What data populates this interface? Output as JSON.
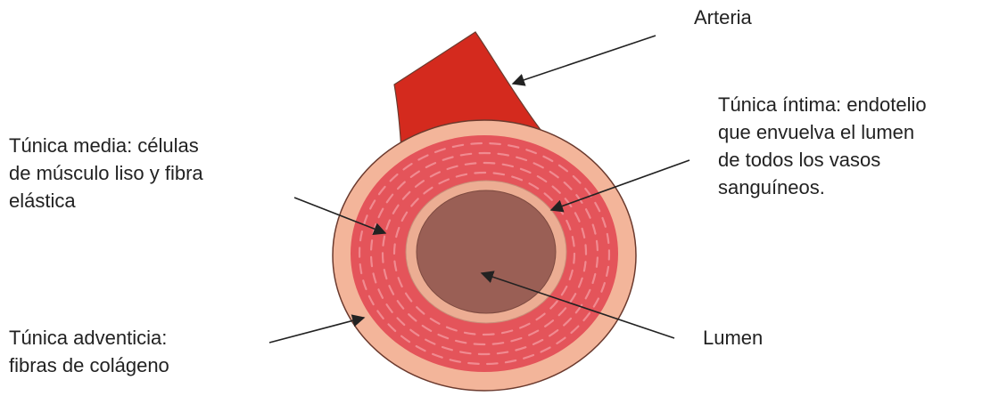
{
  "labels": {
    "arteria": "Arteria",
    "intima": {
      "lines": [
        "Túnica íntima: endotelio",
        "que envuelva el lumen",
        "de todos los vasos",
        "sanguíneos."
      ]
    },
    "media": {
      "lines": [
        "Túnica media: células",
        "de músculo liso y fibra",
        "elástica"
      ]
    },
    "adventicia": {
      "lines": [
        "Túnica adventicia:",
        "fibras de colágeno"
      ]
    },
    "lumen": "Lumen"
  },
  "colors": {
    "artery_red": "#d42a1e",
    "adventitia": "#f3b59a",
    "media": "#e4545a",
    "media_streak": "#f08a90",
    "intima": "#ecad93",
    "lumen": "#9a5f55",
    "outline": "#6b3a2e",
    "arrow": "#222222"
  }
}
